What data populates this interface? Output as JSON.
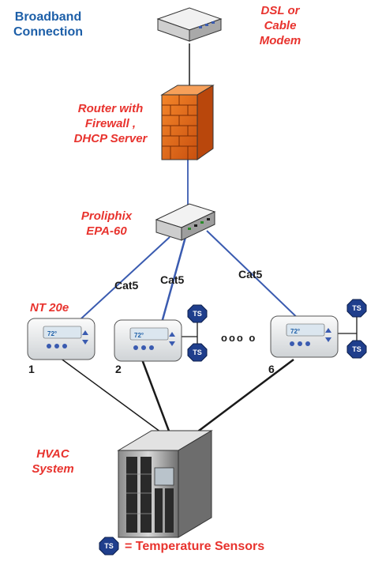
{
  "labels": {
    "broadband": "Broadband\nConnection",
    "modem": "DSL or\nCable\nModem",
    "router": "Router with\nFirewall ,\nDHCP Server",
    "proliphix": "Proliphix\nEPA-60",
    "cat5_a": "Cat5",
    "cat5_b": "Cat5",
    "cat5_c": "Cat5",
    "thermostat_model": "NT 20e",
    "num_1": "1",
    "num_2": "2",
    "num_6": "6",
    "ellipsis": "ooo o",
    "hvac": "HVAC\nSystem",
    "legend_text": "= Temperature Sensors"
  },
  "sensor_badge": "TS",
  "thermostat_display": "72°",
  "colors": {
    "label_red": "#e8332e",
    "label_blue": "#1d5fa8",
    "cable_blue": "#3a5bb0",
    "sensor_fill": "#1f3e8c",
    "firewall_orange": "#e86a1c"
  }
}
